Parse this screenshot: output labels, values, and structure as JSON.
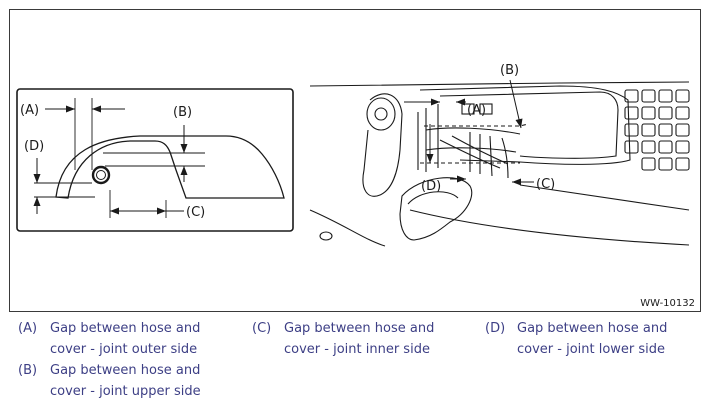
{
  "figure": {
    "reference_code": "WW-10132",
    "callouts": {
      "a": "(A)",
      "b": "(B)",
      "c": "(C)",
      "d": "(D)"
    }
  },
  "legend": [
    {
      "code": "(A)",
      "line1": "Gap between hose and",
      "line2": "cover - joint outer side"
    },
    {
      "code": "(B)",
      "line1": "Gap between hose and",
      "line2": "cover - joint upper side"
    },
    {
      "code": "(C)",
      "line1": "Gap between hose and",
      "line2": "cover - joint inner side"
    },
    {
      "code": "(D)",
      "line1": "Gap between hose and",
      "line2": "cover - joint lower side"
    }
  ],
  "colors": {
    "legend_text": "#3d3f85",
    "line_art": "#1a1a1a"
  }
}
